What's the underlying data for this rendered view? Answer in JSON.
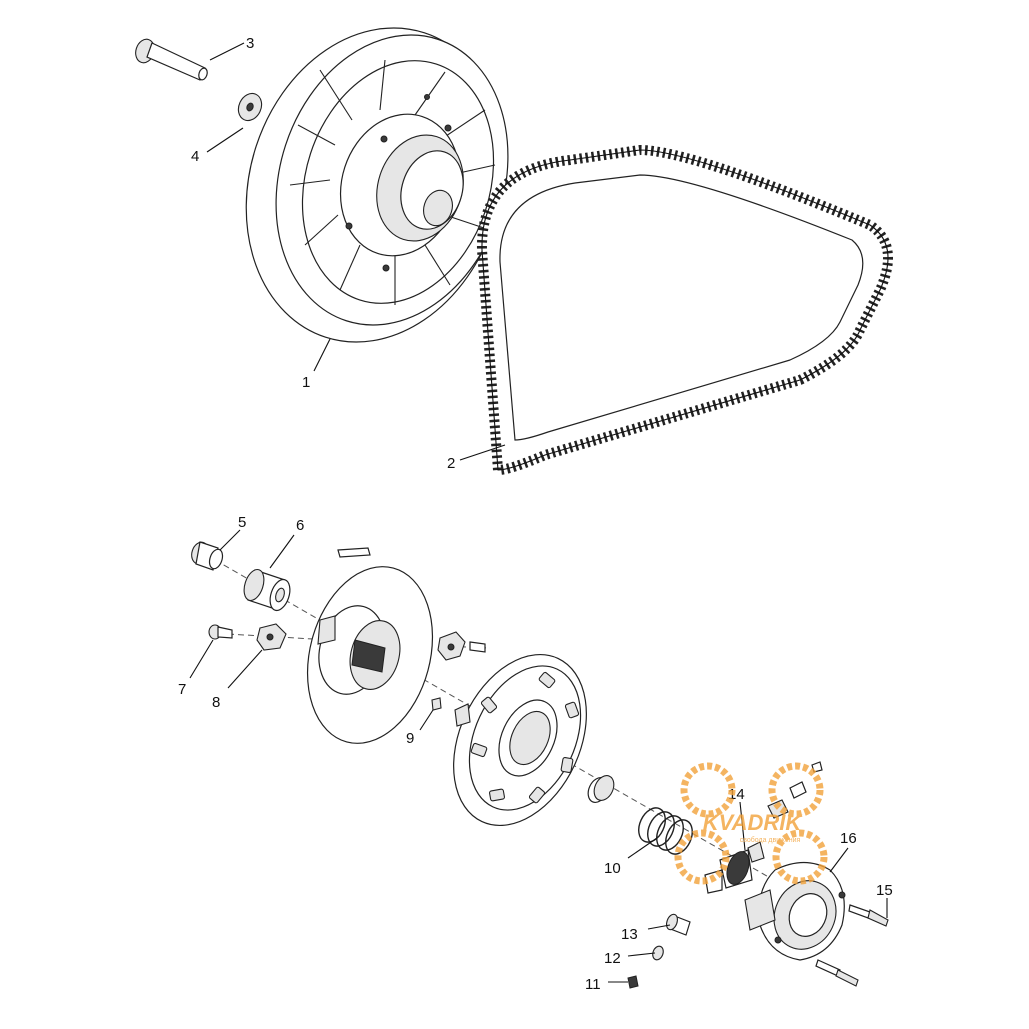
{
  "callouts": [
    {
      "id": "1",
      "text": "1"
    },
    {
      "id": "2",
      "text": "2"
    },
    {
      "id": "3",
      "text": "3"
    },
    {
      "id": "4",
      "text": "4"
    },
    {
      "id": "5",
      "text": "5"
    },
    {
      "id": "6",
      "text": "6"
    },
    {
      "id": "7",
      "text": "7"
    },
    {
      "id": "8",
      "text": "8"
    },
    {
      "id": "9",
      "text": "9"
    },
    {
      "id": "10",
      "text": "10"
    },
    {
      "id": "11",
      "text": "11"
    },
    {
      "id": "12",
      "text": "12"
    },
    {
      "id": "13",
      "text": "13"
    },
    {
      "id": "14",
      "text": "14"
    },
    {
      "id": "15",
      "text": "15"
    },
    {
      "id": "16",
      "text": "16"
    }
  ],
  "watermark": {
    "brand": "KVADRIK",
    "tagline": "свобода движения",
    "color": "#f2a23a"
  },
  "colors": {
    "line": "#111111",
    "background": "#ffffff"
  }
}
